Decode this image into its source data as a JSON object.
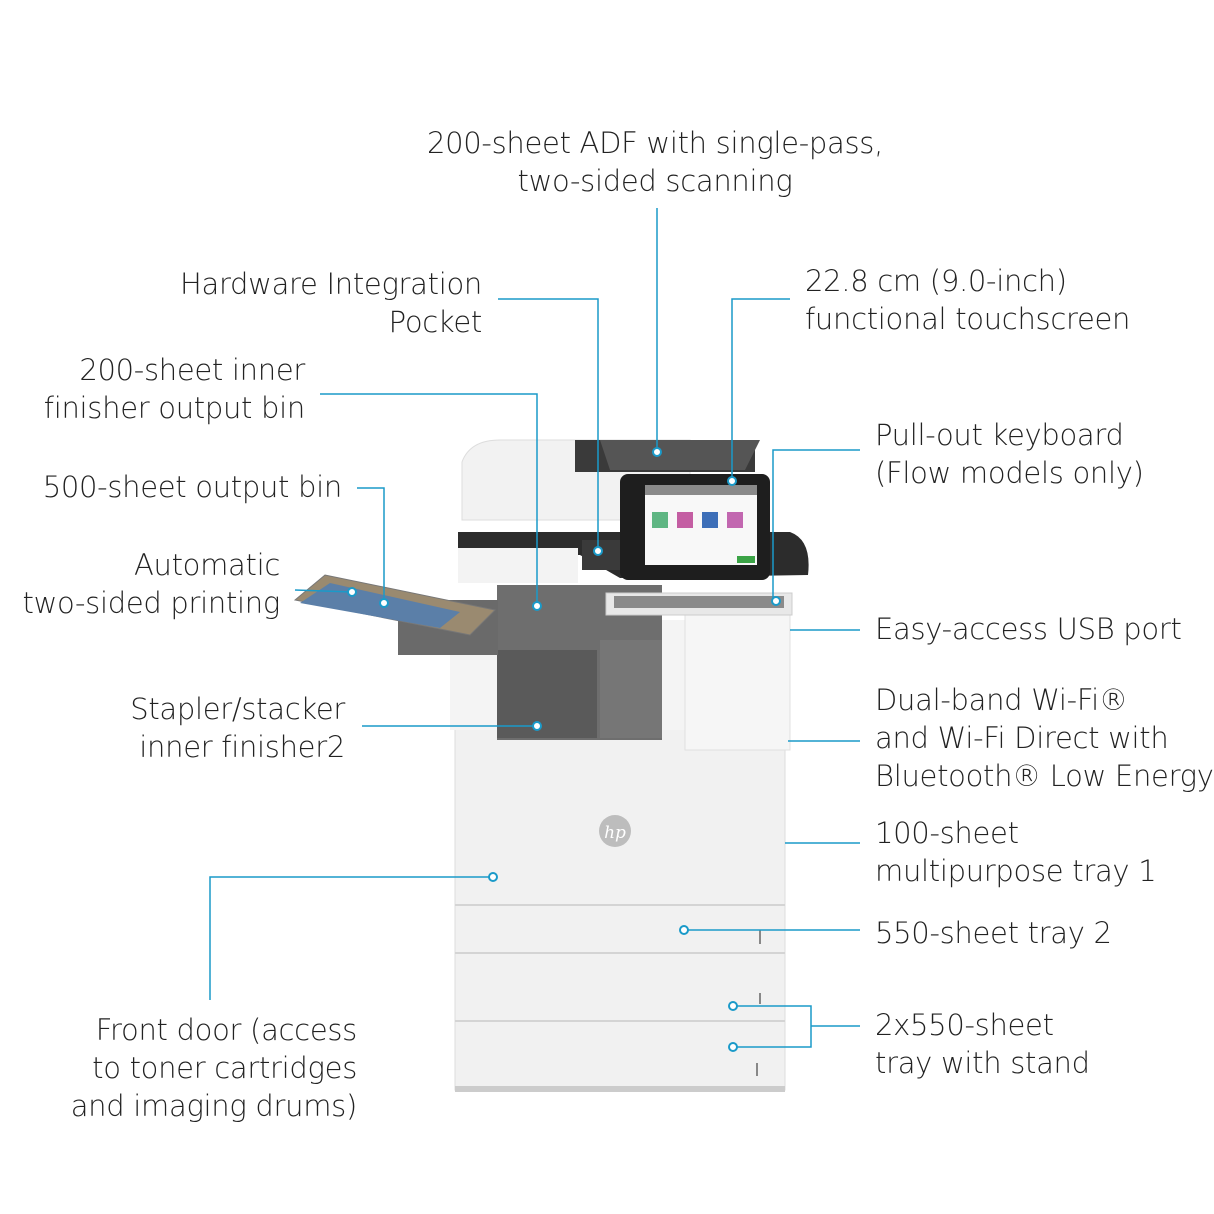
{
  "accent_color": "#1a9ac9",
  "product_logo": "hp",
  "callouts": {
    "adf": [
      "200-sheet ADF with single-pass,",
      "two-sided scanning"
    ],
    "hip": [
      "Hardware Integration",
      "Pocket"
    ],
    "touchscreen": [
      "22.8 cm (9.0-inch)",
      "functional touchscreen"
    ],
    "inner_finisher_bin": [
      "200-sheet inner",
      "finisher output bin"
    ],
    "output_bin": [
      "500-sheet output bin"
    ],
    "duplex": [
      "Automatic",
      "two-sided printing"
    ],
    "keyboard": [
      "Pull-out keyboard",
      "(Flow models only)"
    ],
    "usb": [
      "Easy-access USB port"
    ],
    "stapler": [
      "Stapler/stacker",
      "inner finisher2"
    ],
    "wifi": [
      "Dual-band Wi-Fi®",
      "and Wi-Fi Direct with",
      "Bluetooth® Low Energy"
    ],
    "mp_tray": [
      "100-sheet",
      "multipurpose tray 1"
    ],
    "tray2": [
      "550-sheet tray 2"
    ],
    "tray_stand": [
      "2x550-sheet",
      "tray with stand"
    ],
    "front_door": [
      "Front door (access",
      "to toner cartridges",
      "and imaging drums)"
    ]
  }
}
